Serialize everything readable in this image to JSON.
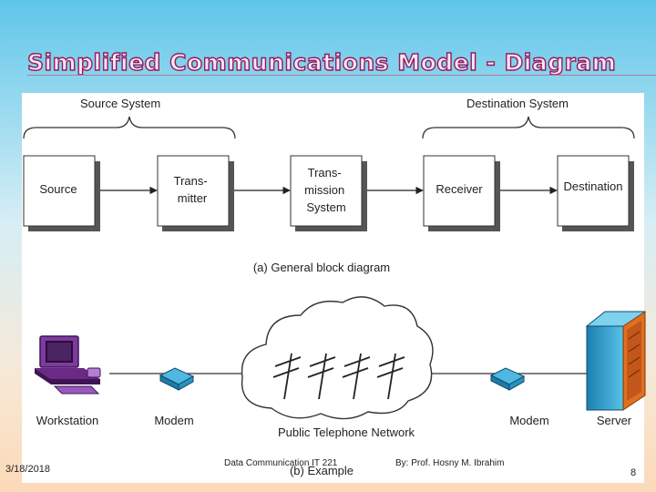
{
  "slide": {
    "title": "Simplified Communications Model - Diagram",
    "page_number": "8"
  },
  "footer": {
    "date": "3/18/2018",
    "course": "Data Communication  IT 221",
    "author": "By: Prof. Hosny M. Ibrahim"
  },
  "block_diagram": {
    "source_system_label": "Source System",
    "destination_system_label": "Destination System",
    "blocks": [
      {
        "lines": [
          "Source"
        ]
      },
      {
        "lines": [
          "Trans-",
          "mitter"
        ]
      },
      {
        "lines": [
          "Trans-",
          "mission",
          "System"
        ]
      },
      {
        "lines": [
          "Receiver"
        ]
      },
      {
        "lines": [
          "Destination"
        ]
      }
    ],
    "caption": "(a) General block diagram"
  },
  "example": {
    "workstation_label": "Workstation",
    "modem_left_label": "Modem",
    "network_label": "Public Telephone Network",
    "modem_right_label": "Modem",
    "server_label": "Server",
    "caption": "(b) Example"
  }
}
